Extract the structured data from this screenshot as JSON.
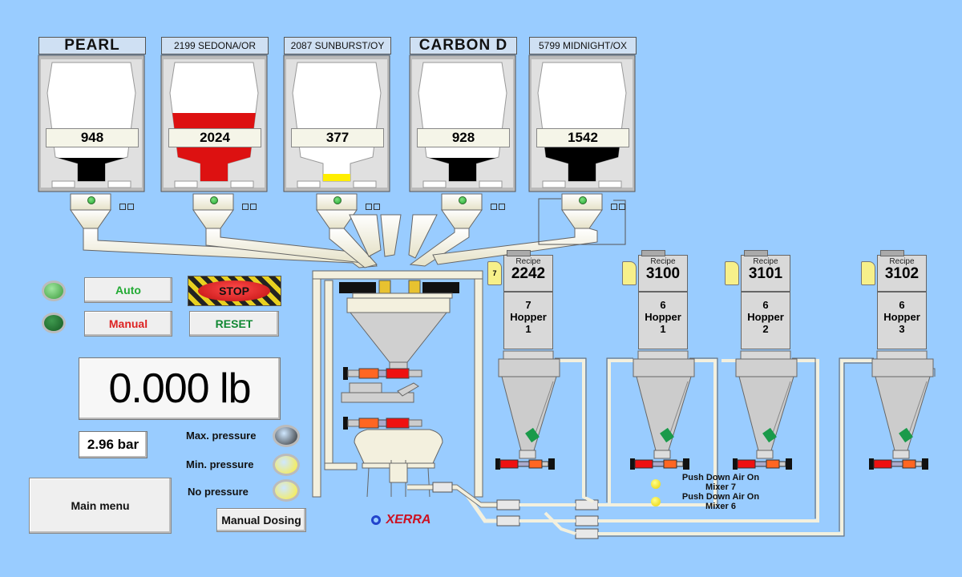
{
  "materials": [
    {
      "name": "PEARL",
      "qty": "948",
      "fill": "#000000",
      "level": 0.22,
      "style": "big"
    },
    {
      "name": "2199 SEDONA/OR",
      "qty": "2024",
      "fill": "#dd1111",
      "level": 0.62,
      "style": "small"
    },
    {
      "name": "2087 SUNBURST/OY",
      "qty": "377",
      "fill": "#ffee00",
      "level": 0.08,
      "style": "small"
    },
    {
      "name": "CARBON D",
      "qty": "928",
      "fill": "#000000",
      "level": 0.22,
      "style": "big"
    },
    {
      "name": "5799 MIDNIGHT/OX",
      "qty": "1542",
      "fill": "#000000",
      "level": 0.48,
      "style": "small"
    }
  ],
  "controls": {
    "auto_label": "Auto",
    "manual_label": "Manual",
    "stop_label": "STOP",
    "reset_label": "RESET",
    "weight_display": "0.000 lb",
    "pressure_display": "2.96 bar",
    "main_menu_label": "Main menu",
    "manual_dosing_label": "Manual Dosing"
  },
  "indicators": {
    "max_pressure_label": "Max. pressure",
    "min_pressure_label": "Min. pressure",
    "no_pressure_label": "No pressure",
    "max_pressure_color": "#2a2a2a",
    "min_pressure_color": "#ffee33",
    "no_pressure_color": "#ffee33"
  },
  "logo_text": "XERRA",
  "recipe_label": "Recipe",
  "stations": [
    {
      "tag": "7",
      "recipe": "2242",
      "hopper_num": "7",
      "hopper_word": "Hopper",
      "hopper_idx": "1"
    },
    {
      "tag": "",
      "recipe": "3100",
      "hopper_num": "6",
      "hopper_word": "Hopper",
      "hopper_idx": "1"
    },
    {
      "tag": "",
      "recipe": "3101",
      "hopper_num": "6",
      "hopper_word": "Hopper",
      "hopper_idx": "2"
    },
    {
      "tag": "",
      "recipe": "3102",
      "hopper_num": "6",
      "hopper_word": "Hopper",
      "hopper_idx": "3"
    }
  ],
  "notes": {
    "mixer7": "Push Down Air On\nMixer 7",
    "mixer6": "Push Down Air On\nMixer 6"
  },
  "colors": {
    "background": "#99ccff",
    "pipe": "#f3f0de",
    "led_green": "#22aa33",
    "stop_red": "#dd2222",
    "valve_red": "#ee1111",
    "valve_orange": "#ff6622",
    "hopper_green": "#1a9a4a"
  }
}
